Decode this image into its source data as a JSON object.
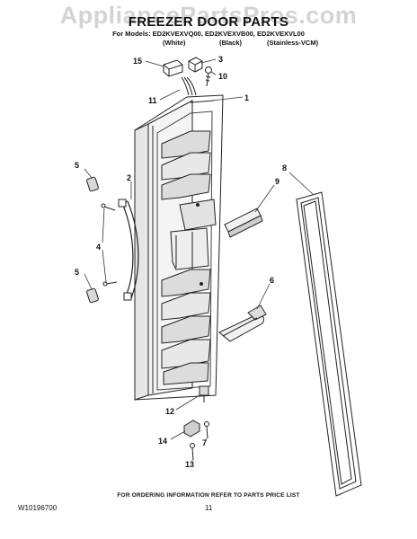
{
  "watermark": "AppliancePartsPros.com",
  "header": {
    "title": "FREEZER DOOR PARTS",
    "models": "For Models: ED2KVEXVQ00, ED2KVEXVB00, ED2KVEXVL00",
    "finishes": [
      "(White)",
      "(Black)",
      "(Stainless-VCM)"
    ]
  },
  "callouts": [
    "15",
    "3",
    "10",
    "11",
    "1",
    "5",
    "2",
    "4",
    "5",
    "8",
    "9",
    "6",
    "12",
    "14",
    "7",
    "13"
  ],
  "footer": {
    "order_note": "FOR ORDERING INFORMATION REFER TO PARTS PRICE LIST",
    "doc_code": "W10196700",
    "page": "11"
  }
}
